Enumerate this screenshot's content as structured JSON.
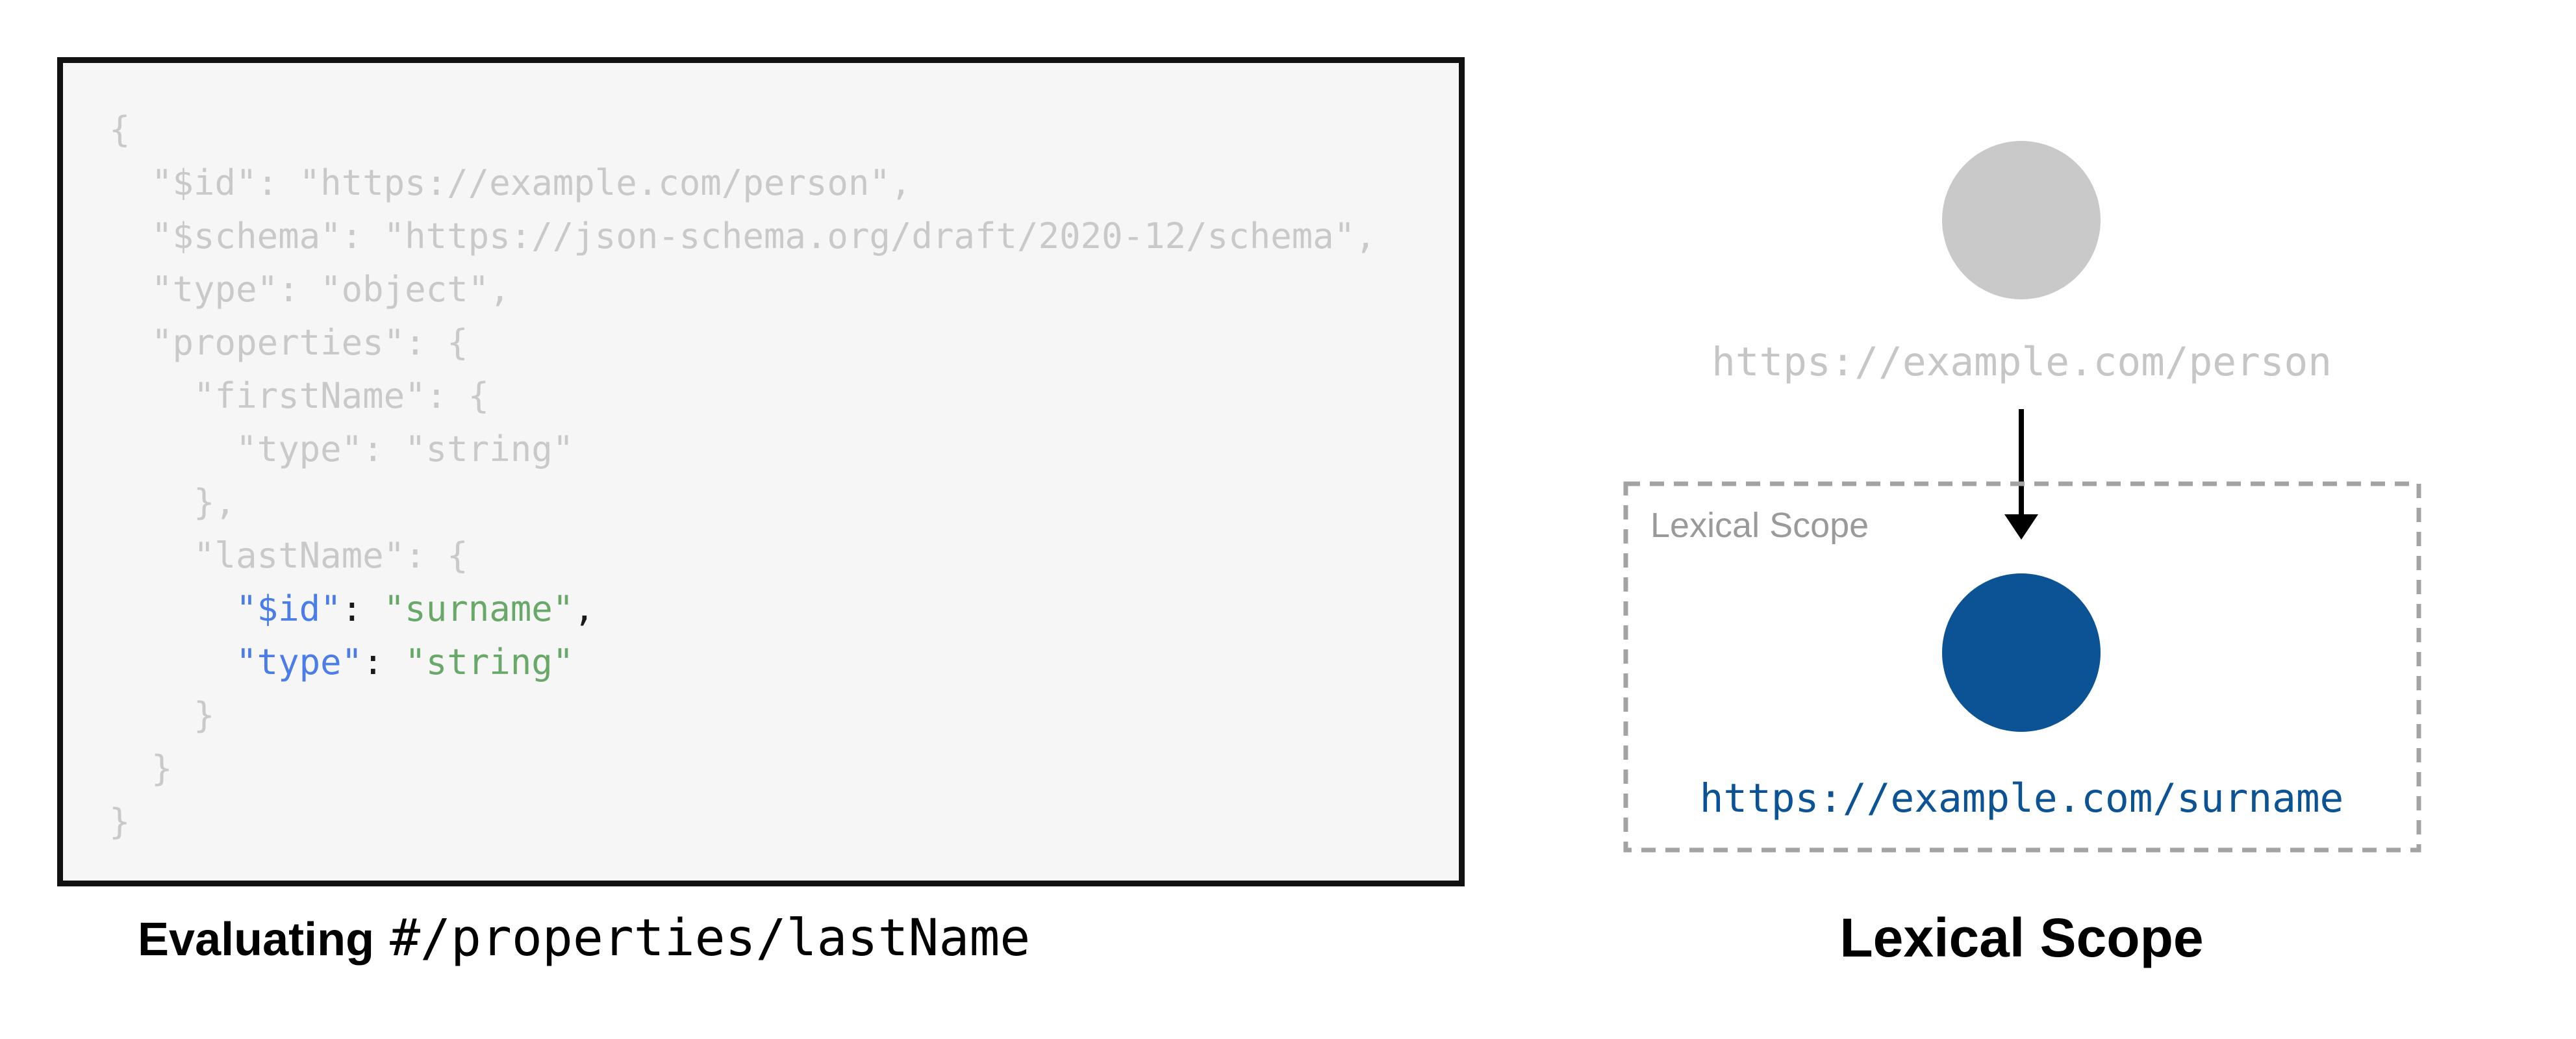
{
  "colors": {
    "page_bg": "#ffffff",
    "panel_bg": "#f6f6f6",
    "panel_border": "#111111",
    "code_gray": "#c9c9c9",
    "key_blue": "#4a7de8",
    "value_green": "#68a868",
    "punct_dark": "#1a1a1a",
    "node_gray": "#c9c9c9",
    "url_gray": "#c6c6c6",
    "navy": "#0b5394",
    "label_gray": "#9a9a9a",
    "dash_gray": "#a3a3a3",
    "caption_black": "#000000"
  },
  "code": {
    "lines": [
      [
        {
          "t": "{",
          "c": "g"
        }
      ],
      [
        {
          "t": "  \"$id\": \"https://example.com/person\",",
          "c": "g"
        }
      ],
      [
        {
          "t": "  \"$schema\": \"https://json-schema.org/draft/2020-12/schema\",",
          "c": "g"
        }
      ],
      [
        {
          "t": "  \"type\": \"object\",",
          "c": "g"
        }
      ],
      [
        {
          "t": "  \"properties\": {",
          "c": "g"
        }
      ],
      [
        {
          "t": "    \"firstName\": {",
          "c": "g"
        }
      ],
      [
        {
          "t": "      \"type\": \"string\"",
          "c": "g"
        }
      ],
      [
        {
          "t": "    },",
          "c": "g"
        }
      ],
      [
        {
          "t": "    \"lastName\": {",
          "c": "g"
        }
      ],
      [
        {
          "t": "      ",
          "c": "g"
        },
        {
          "t": "\"$id\"",
          "c": "b"
        },
        {
          "t": ": ",
          "c": "d"
        },
        {
          "t": "\"surname\"",
          "c": "v"
        },
        {
          "t": ",",
          "c": "d"
        }
      ],
      [
        {
          "t": "      ",
          "c": "g"
        },
        {
          "t": "\"type\"",
          "c": "b"
        },
        {
          "t": ": ",
          "c": "d"
        },
        {
          "t": "\"string\"",
          "c": "v"
        }
      ],
      [
        {
          "t": "    }",
          "c": "g"
        }
      ],
      [
        {
          "t": "  }",
          "c": "g"
        }
      ],
      [
        {
          "t": "}",
          "c": "g"
        }
      ]
    ]
  },
  "left_caption": {
    "prefix": "Evaluating",
    "pointer": "#/properties/lastName"
  },
  "diagram": {
    "root_label": "https://example.com/person",
    "scope_box": {
      "title": "Lexical Scope",
      "node_label": "https://example.com/surname"
    },
    "caption": "Lexical Scope"
  }
}
